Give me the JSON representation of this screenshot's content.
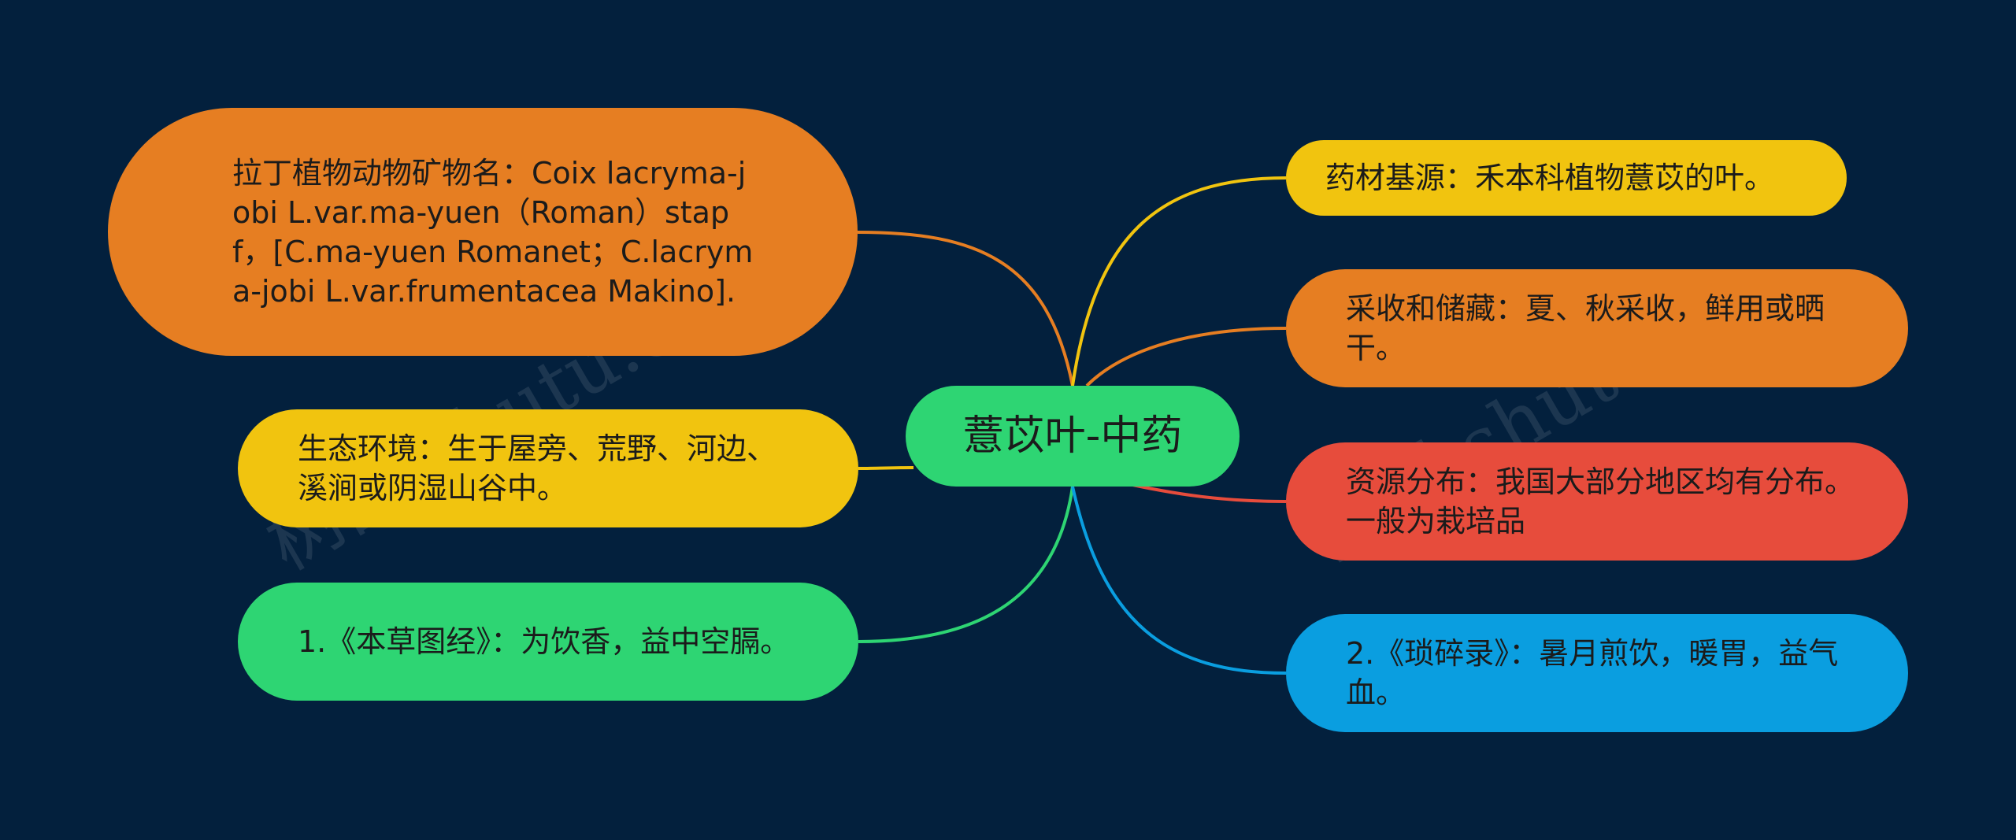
{
  "mindmap": {
    "center": {
      "label": "薏苡叶-中药",
      "color": "#2ed573"
    },
    "nodes": [
      {
        "id": "latin",
        "label": "拉丁植物动物矿物名：Coix lacryma-jobi L.var.ma-yuen（Roman）stapf，[C.ma-yuen Romanet；C.lacryma-jobi L.var.frumentacea Makino].",
        "color": "#e67e22",
        "side": "left"
      },
      {
        "id": "eco",
        "label": "生态环境：生于屋旁、荒野、河边、溪涧或阴湿山谷中。",
        "color": "#f1c40f",
        "side": "left"
      },
      {
        "id": "bcg",
        "label": "1.《本草图经》：为饮香，益中空膈。",
        "color": "#2ed573",
        "side": "left"
      },
      {
        "id": "src",
        "label": "药材基源：禾本科植物薏苡的叶。",
        "color": "#f1c40f",
        "side": "right"
      },
      {
        "id": "harv",
        "label": "采收和储藏：夏、秋采收，鲜用或晒干。",
        "color": "#e67e22",
        "side": "right"
      },
      {
        "id": "dist",
        "label": "资源分布：我国大部分地区均有分布。一般为栽培品",
        "color": "#e74c3c",
        "side": "right"
      },
      {
        "id": "sui",
        "label": "2.《琐碎录》：暑月煎饮，暖胃，益气血。",
        "color": "#0a9ee0",
        "side": "right"
      }
    ]
  },
  "watermark": "树图 shutu.cn",
  "background": "#03203d"
}
